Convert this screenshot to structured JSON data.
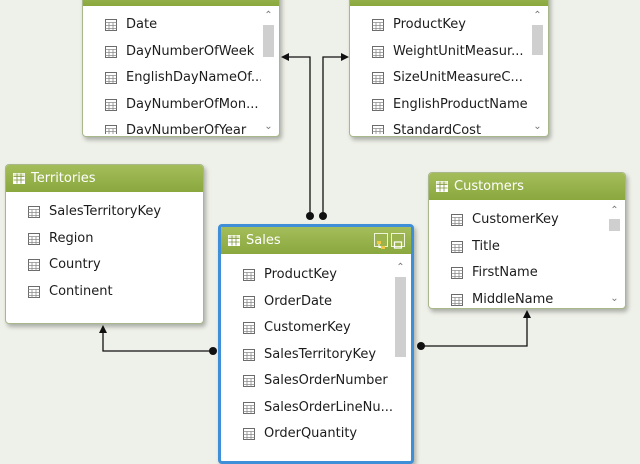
{
  "tables": {
    "date": {
      "title": "",
      "fields": [
        "Date",
        "DayNumberOfWeek",
        "EnglishDayNameOf...",
        "DayNumberOfMon...",
        "DayNumberOfYear"
      ]
    },
    "product": {
      "title": "",
      "fields": [
        "ProductKey",
        "WeightUnitMeasur...",
        "SizeUnitMeasureC...",
        "EnglishProductName",
        "StandardCost"
      ]
    },
    "territories": {
      "title": "Territories",
      "fields": [
        "SalesTerritoryKey",
        "Region",
        "Country",
        "Continent"
      ]
    },
    "customers": {
      "title": "Customers",
      "fields": [
        "CustomerKey",
        "Title",
        "FirstName",
        "MiddleName"
      ]
    },
    "sales": {
      "title": "Sales",
      "fields": [
        "ProductKey",
        "OrderDate",
        "CustomerKey",
        "SalesTerritoryKey",
        "SalesOrderNumber",
        "SalesOrderLineNu...",
        "OrderQuantity"
      ]
    }
  },
  "colors": {
    "header": "#95b04a",
    "selected_border": "#3e8ed8",
    "canvas": "#eef1e9"
  }
}
